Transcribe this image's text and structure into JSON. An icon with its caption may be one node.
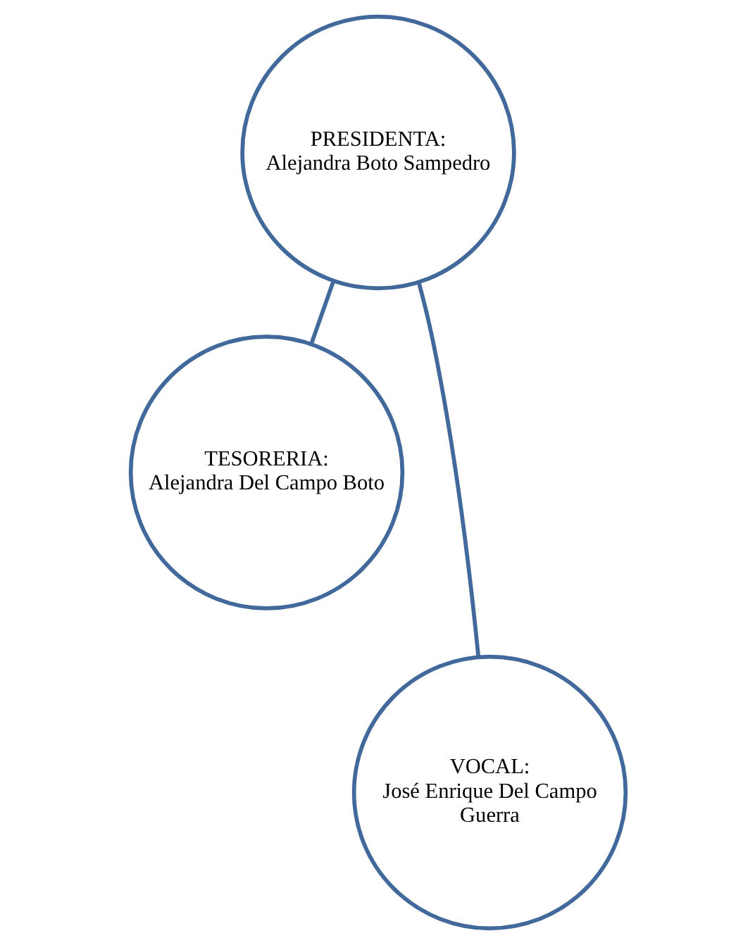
{
  "diagram": {
    "nodes": [
      {
        "text": [
          "PRESIDENTA:",
          "Alejandra Boto Sampedro"
        ]
      },
      {
        "text": [
          "TESORERIA:",
          "Alejandra Del Campo Boto"
        ]
      },
      {
        "text": [
          "VOCAL:",
          "José Enrique Del Campo Guerra"
        ]
      }
    ],
    "edges": [
      {
        "from": 0,
        "to": 1,
        "arrow": "none"
      },
      {
        "from": 0,
        "to": 2,
        "arrow": "none"
      }
    ]
  }
}
